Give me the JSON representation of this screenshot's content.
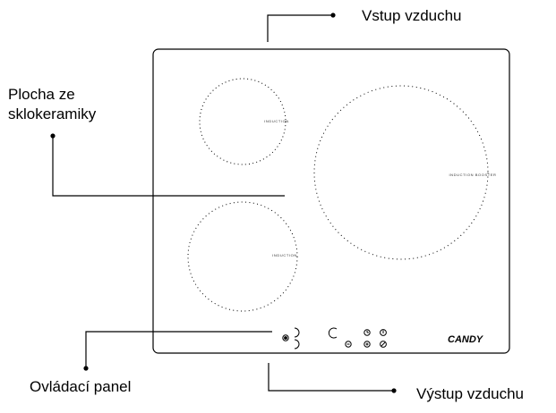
{
  "callouts": {
    "air_inlet": "Vstup vzduchu",
    "glass_surface_line1": "Plocha ze",
    "glass_surface_line2": "sklokeramiky",
    "control_panel": "Ovládací panel",
    "air_outlet": "Výstup vzduchu"
  },
  "zones": {
    "top_left": "INDUCTION",
    "right": "INDUCTION BOOSTER",
    "bottom_left": "INDUCTION"
  },
  "brand": "CANDY",
  "controls": {
    "icons": [
      "power-button",
      "slider-arc-upper",
      "slider-arc-lower",
      "zone-select-icon",
      "timer-icon",
      "on-off-icon",
      "minus-icon",
      "plus-icon",
      "lock-icon"
    ]
  }
}
